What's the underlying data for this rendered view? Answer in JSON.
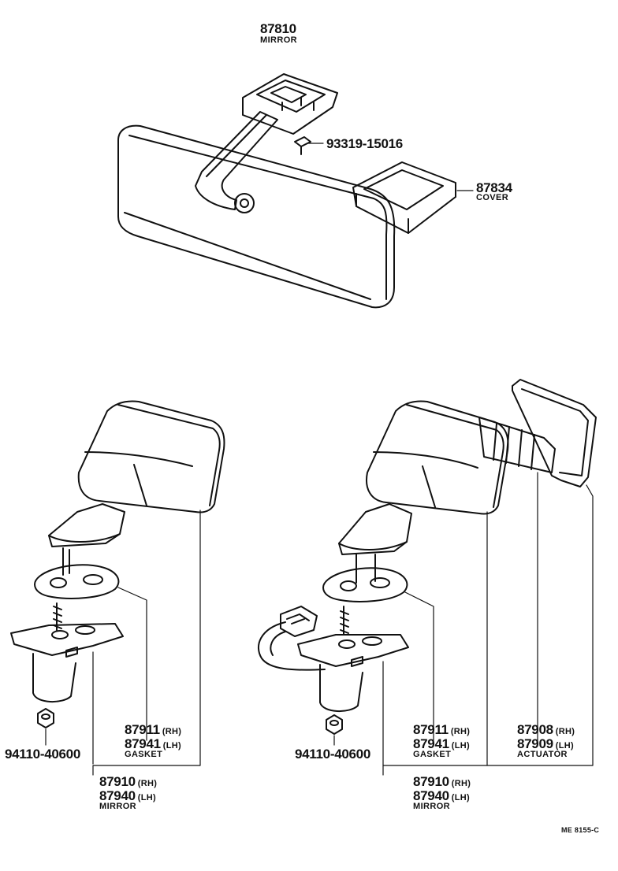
{
  "labels": {
    "inner_mirror_no": "87810",
    "inner_mirror_name": "MIRROR",
    "screw_no": "93319-15016",
    "cover_no": "87834",
    "cover_name": "COVER",
    "left": {
      "gasket_rh_no": "87911",
      "gasket_rh_tag": "(RH)",
      "gasket_lh_no": "87941",
      "gasket_lh_tag": "(LH)",
      "gasket_name": "GASKET",
      "nut_no": "94110-40600",
      "mirror_rh_no": "87910",
      "mirror_rh_tag": "(RH)",
      "mirror_lh_no": "87940",
      "mirror_lh_tag": "(LH)",
      "mirror_name": "MIRROR"
    },
    "right": {
      "gasket_rh_no": "87911",
      "gasket_rh_tag": "(RH)",
      "gasket_lh_no": "87941",
      "gasket_lh_tag": "(LH)",
      "gasket_name": "GASKET",
      "actuator_rh_no": "87908",
      "actuator_rh_tag": "(RH)",
      "actuator_lh_no": "87909",
      "actuator_lh_tag": "(LH)",
      "actuator_name": "ACTUATOR",
      "nut_no": "94110-40600",
      "mirror_rh_no": "87910",
      "mirror_rh_tag": "(RH)",
      "mirror_lh_no": "87940",
      "mirror_lh_tag": "(LH)",
      "mirror_name": "MIRROR"
    },
    "drawing_code": "ME  8155-C"
  }
}
